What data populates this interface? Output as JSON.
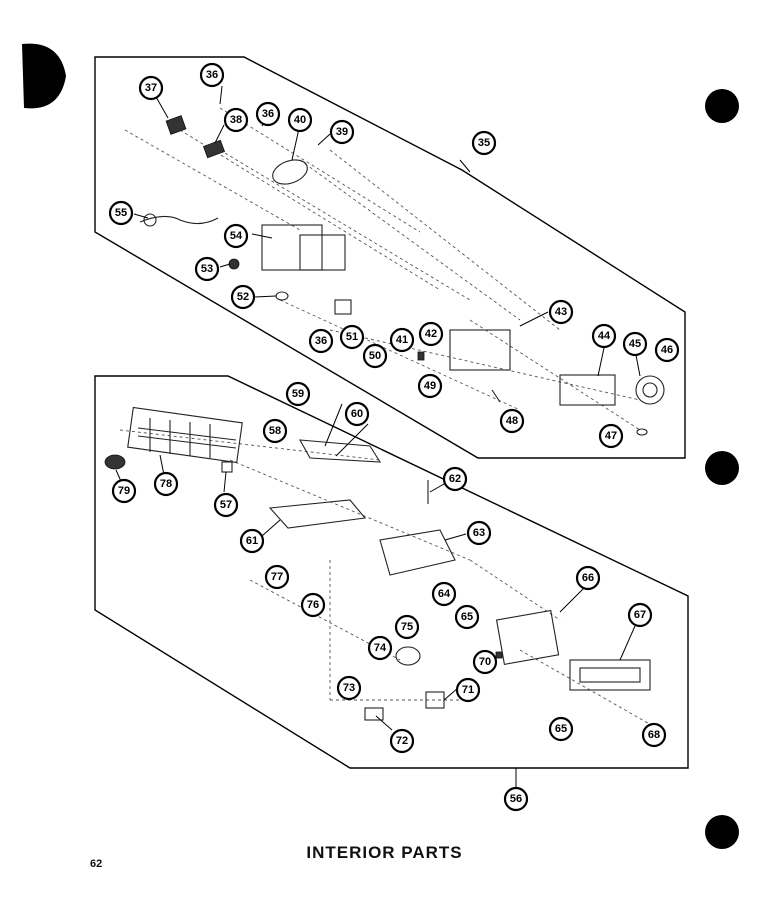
{
  "title": "INTERIOR PARTS",
  "page_number": "62",
  "callouts": [
    "35",
    "36",
    "36",
    "36",
    "37",
    "38",
    "39",
    "40",
    "41",
    "42",
    "43",
    "44",
    "45",
    "46",
    "47",
    "48",
    "49",
    "50",
    "51",
    "52",
    "53",
    "54",
    "55",
    "56",
    "57",
    "58",
    "59",
    "60",
    "61",
    "62",
    "63",
    "64",
    "65",
    "65",
    "66",
    "67",
    "68",
    "70",
    "71",
    "72",
    "73",
    "74",
    "75",
    "76",
    "77",
    "78",
    "79"
  ]
}
